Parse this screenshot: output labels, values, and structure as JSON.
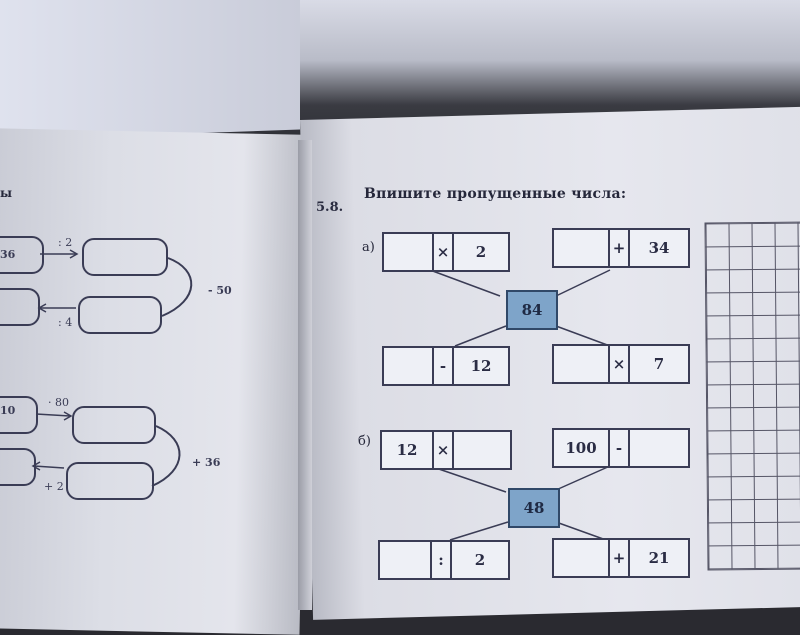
{
  "left_page": {
    "header_fragment": "ы",
    "op_top1": ": 2",
    "op_right1": "- 50",
    "op_bottom1": ": 4",
    "op_top2": "· 80",
    "op_right2": "+ 36",
    "op_bottom2": "+ 2",
    "left_val1": "36",
    "left_val2": "10"
  },
  "exercise": {
    "number": "5.8.",
    "title": "Впишите пропущенные числа:",
    "part_a": {
      "label": "а)",
      "center": "84",
      "top_left": {
        "a": "",
        "op": "×",
        "b": "2"
      },
      "top_right": {
        "a": "",
        "op": "+",
        "b": "34"
      },
      "bottom_left": {
        "a": "",
        "op": "-",
        "b": "12"
      },
      "bottom_right": {
        "a": "",
        "op": "×",
        "b": "7"
      }
    },
    "part_b": {
      "label": "б)",
      "center": "48",
      "top_left": {
        "a": "12",
        "op": "×",
        "b": ""
      },
      "top_right": {
        "a": "100",
        "op": "-",
        "b": ""
      },
      "bottom_left": {
        "a": "",
        "op": ":",
        "b": "2"
      },
      "bottom_right": {
        "a": "",
        "op": "+",
        "b": "21"
      }
    }
  },
  "colors": {
    "center_fill": "#7ea4c9",
    "ink": "#3a3c55"
  }
}
